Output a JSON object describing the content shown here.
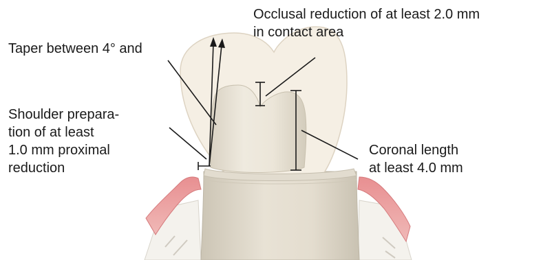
{
  "labels": {
    "occlusal": [
      "Occlusal reduction of at least 2.0 mm",
      "in contact area"
    ],
    "taper": "Taper between 4° and",
    "shoulder": [
      "Shoulder prepara-",
      "tion of at least",
      "1.0 mm proximal",
      "reduction"
    ],
    "coronal": [
      "Coronal length",
      "at least 4.0 mm"
    ]
  },
  "colors": {
    "text": "#1a1a1a",
    "leader_line": "#1a1a1a",
    "crown_outline": "#f2ebe0",
    "preparation": "#e8e2d5",
    "gingiva": "#e9a2a2",
    "bone": "#f3f1ec"
  }
}
